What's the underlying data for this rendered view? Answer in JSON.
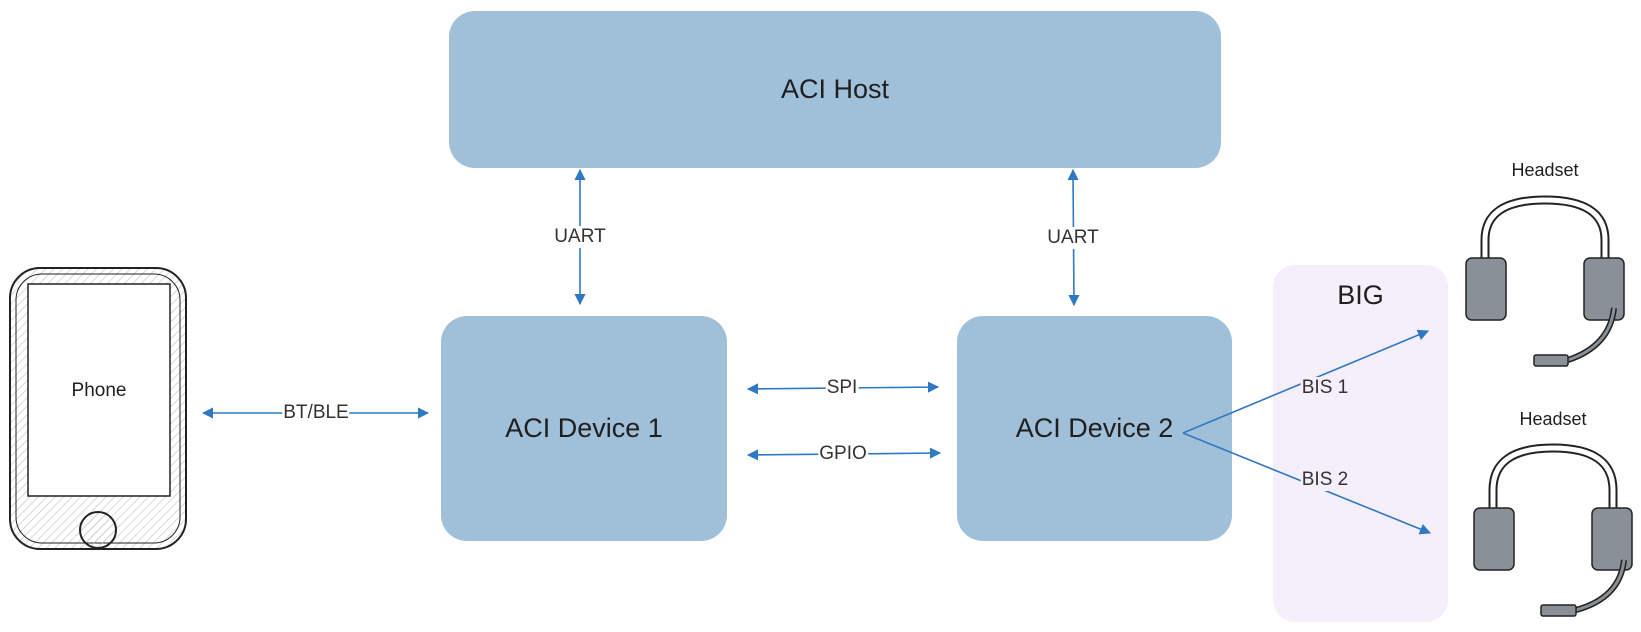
{
  "nodes": {
    "host": "ACI Host",
    "device1": "ACI Device 1",
    "device2": "ACI Device 2",
    "big": "BIG",
    "phone": "Phone",
    "headset_top": "Headset",
    "headset_bottom": "Headset"
  },
  "links": {
    "uart_left": "UART",
    "uart_right": "UART",
    "bt_ble": "BT/BLE",
    "spi": "SPI",
    "gpio": "GPIO",
    "bis1": "BIS 1",
    "bis2": "BIS 2"
  },
  "colors": {
    "box_fill": "#a0bfd9",
    "big_fill": "#f5eefb",
    "arrow": "#2f78c4",
    "headset_cup": "#8a9097"
  }
}
